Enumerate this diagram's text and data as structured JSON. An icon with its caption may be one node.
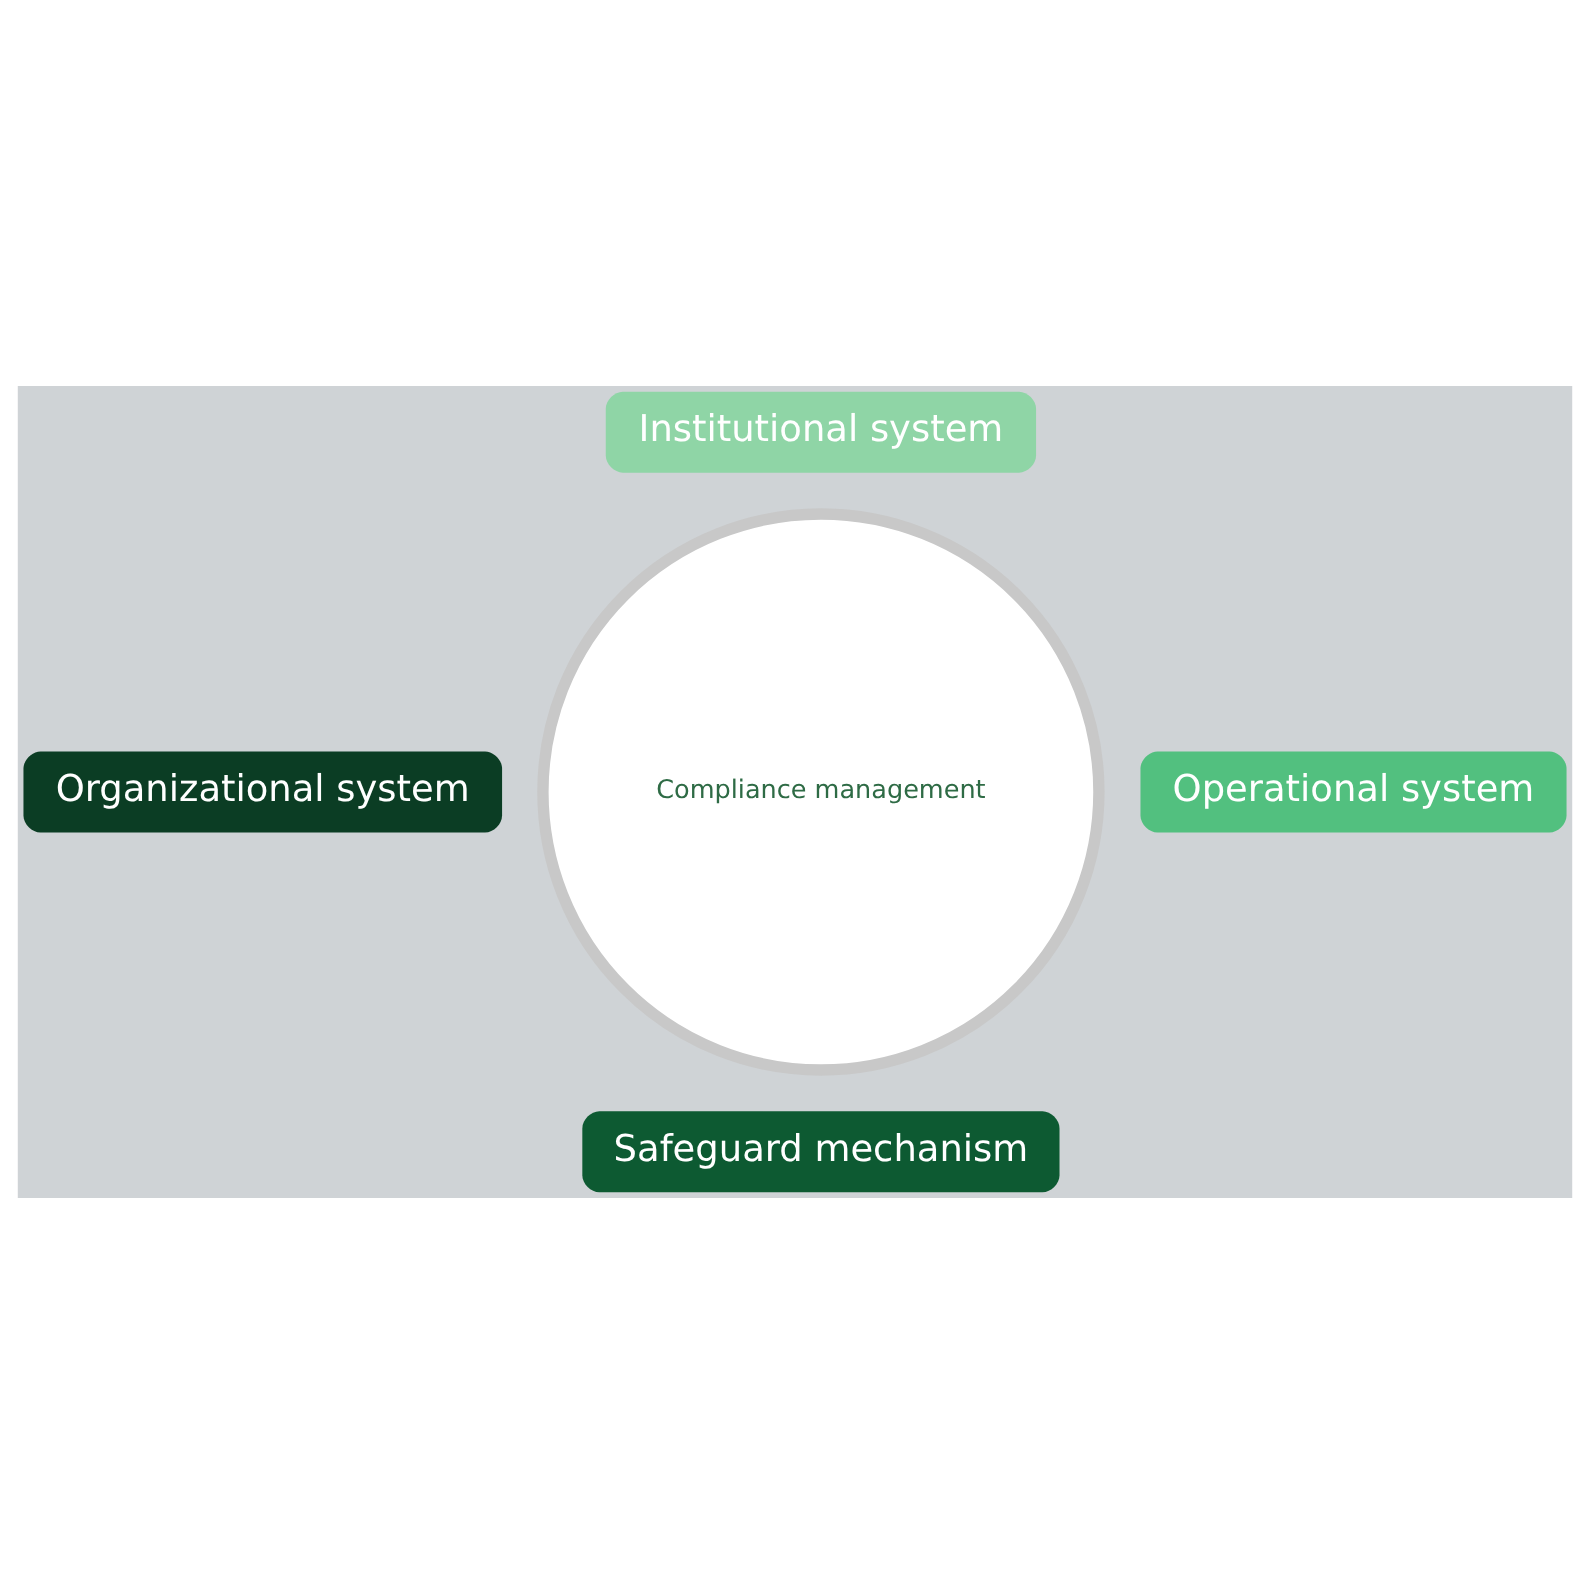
{
  "diagram": {
    "nodes": [
      {
        "text": [
          "Institutional system"
        ]
      },
      {
        "text": [
          "Organizational system"
        ]
      },
      {
        "text": [
          "Compliance management"
        ]
      },
      {
        "text": [
          "Operational system"
        ]
      },
      {
        "text": [
          "Safeguard mechanism"
        ]
      }
    ],
    "edges": []
  }
}
